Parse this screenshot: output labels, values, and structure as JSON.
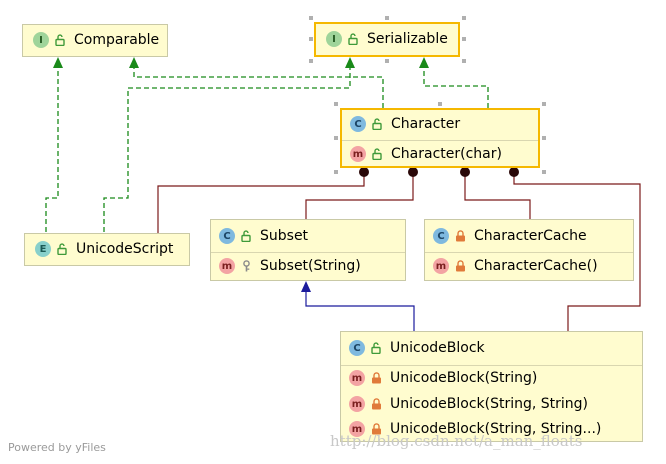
{
  "nodes": {
    "comparable": {
      "label": "Comparable",
      "badge": "I"
    },
    "serializable": {
      "label": "Serializable",
      "badge": "I"
    },
    "character": {
      "label": "Character",
      "badge": "C",
      "members": [
        {
          "label": "Character(char)",
          "badge": "m"
        }
      ]
    },
    "unicodescript": {
      "label": "UnicodeScript",
      "badge": "E"
    },
    "subset": {
      "label": "Subset",
      "badge": "C",
      "members": [
        {
          "label": "Subset(String)",
          "badge": "m"
        }
      ]
    },
    "charactercache": {
      "label": "CharacterCache",
      "badge": "C",
      "members": [
        {
          "label": "CharacterCache()",
          "badge": "m"
        }
      ]
    },
    "unicodeblock": {
      "label": "UnicodeBlock",
      "badge": "C",
      "members": [
        {
          "label": "UnicodeBlock(String)",
          "badge": "m"
        },
        {
          "label": "UnicodeBlock(String, String)",
          "badge": "m"
        },
        {
          "label": "UnicodeBlock(String, String...)",
          "badge": "m"
        }
      ]
    }
  },
  "footer": {
    "powered_by": "Powered by yFiles",
    "watermark": "http://blog.csdn.net/a_man_floats"
  },
  "colors": {
    "node_fill": "#fffccf",
    "selected_border": "#f5b800",
    "implements_edge": "#1a8a1a",
    "extends_edge": "#1b1b9c",
    "inner_edge": "#7b1a1a"
  }
}
